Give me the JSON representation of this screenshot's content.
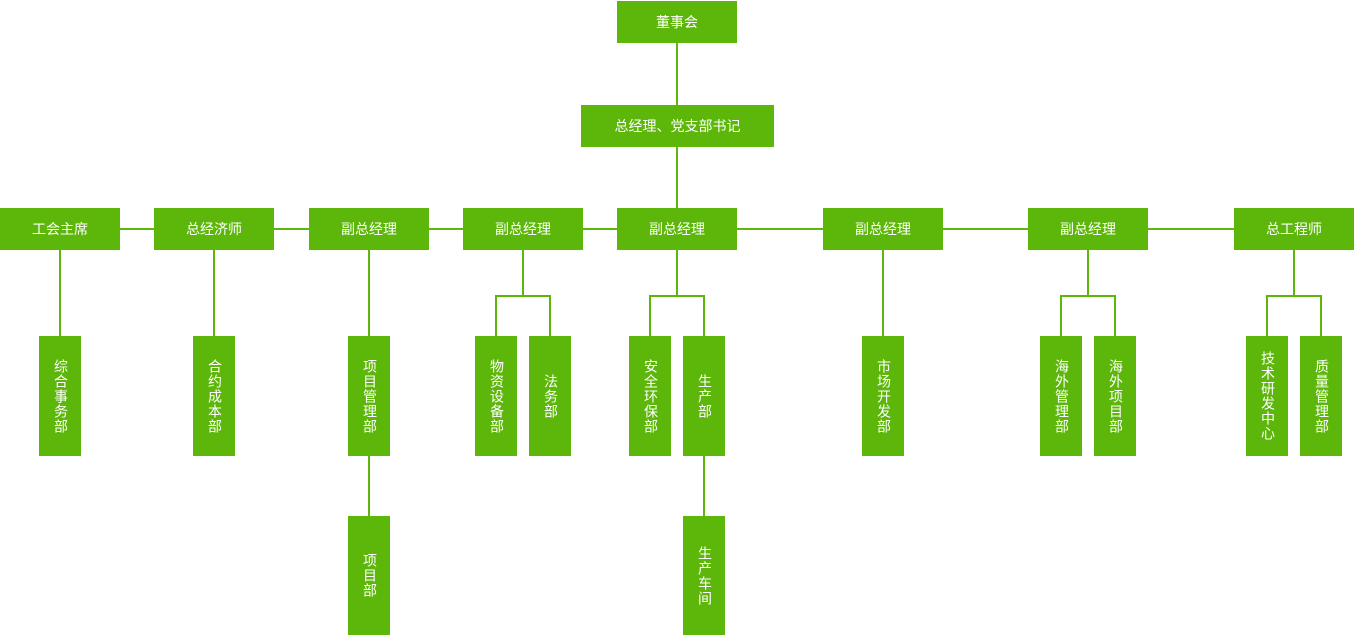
{
  "accent_color": "#5db70a",
  "board": "董事会",
  "gm": "总经理、党支部书记",
  "level2": {
    "union": "工会主席",
    "economist": "总经济师",
    "vp1": "副总经理",
    "vp2": "副总经理",
    "vp3": "副总经理",
    "vp4": "副总经理",
    "vp5": "副总经理",
    "chief_engineer": "总工程师"
  },
  "departments": {
    "general_affairs": "综合事务部",
    "contract_cost": "合约成本部",
    "project_mgmt": "项目管理部",
    "project_dept": "项目部",
    "materials_equipment": "物资设备部",
    "legal": "法务部",
    "safety_env": "安全环保部",
    "production": "生产部",
    "production_workshop": "生产车间",
    "market_dev": "市场开发部",
    "overseas_mgmt": "海外管理部",
    "overseas_projects": "海外项目部",
    "tech_rd": "技术研发中心",
    "quality_mgmt": "质量管理部"
  }
}
